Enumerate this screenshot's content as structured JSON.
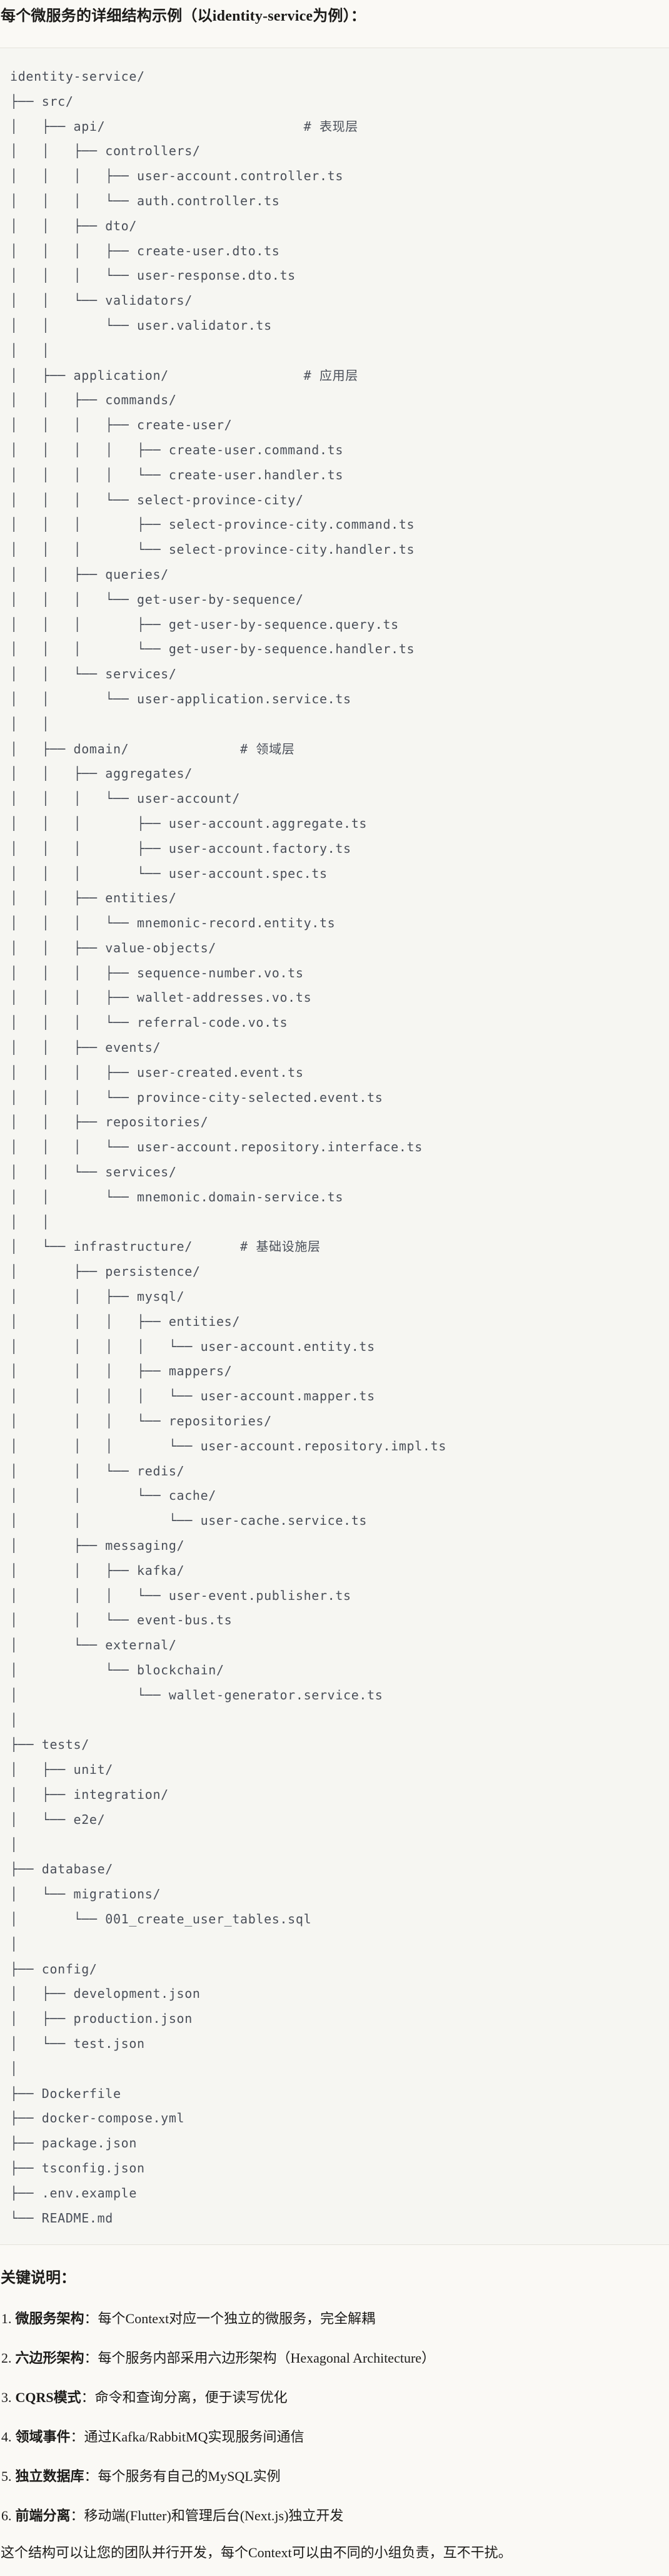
{
  "title": "每个微服务的详细结构示例（以identity-service为例）：",
  "code_block": {
    "lines": [
      "identity-service/",
      "├── src/",
      "│   ├── api/                         # 表现层",
      "│   │   ├── controllers/",
      "│   │   │   ├── user-account.controller.ts",
      "│   │   │   └── auth.controller.ts",
      "│   │   ├── dto/",
      "│   │   │   ├── create-user.dto.ts",
      "│   │   │   └── user-response.dto.ts",
      "│   │   └── validators/",
      "│   │       └── user.validator.ts",
      "│   │",
      "│   ├── application/                 # 应用层",
      "│   │   ├── commands/",
      "│   │   │   ├── create-user/",
      "│   │   │   │   ├── create-user.command.ts",
      "│   │   │   │   └── create-user.handler.ts",
      "│   │   │   └── select-province-city/",
      "│   │   │       ├── select-province-city.command.ts",
      "│   │   │       └── select-province-city.handler.ts",
      "│   │   ├── queries/",
      "│   │   │   └── get-user-by-sequence/",
      "│   │   │       ├── get-user-by-sequence.query.ts",
      "│   │   │       └── get-user-by-sequence.handler.ts",
      "│   │   └── services/",
      "│   │       └── user-application.service.ts",
      "│   │",
      "│   ├── domain/              # 领域层",
      "│   │   ├── aggregates/",
      "│   │   │   └── user-account/",
      "│   │   │       ├── user-account.aggregate.ts",
      "│   │   │       ├── user-account.factory.ts",
      "│   │   │       └── user-account.spec.ts",
      "│   │   ├── entities/",
      "│   │   │   └── mnemonic-record.entity.ts",
      "│   │   ├── value-objects/",
      "│   │   │   ├── sequence-number.vo.ts",
      "│   │   │   ├── wallet-addresses.vo.ts",
      "│   │   │   └── referral-code.vo.ts",
      "│   │   ├── events/",
      "│   │   │   ├── user-created.event.ts",
      "│   │   │   └── province-city-selected.event.ts",
      "│   │   ├── repositories/",
      "│   │   │   └── user-account.repository.interface.ts",
      "│   │   └── services/",
      "│   │       └── mnemonic.domain-service.ts",
      "│   │",
      "│   └── infrastructure/      # 基础设施层",
      "│       ├── persistence/",
      "│       │   ├── mysql/",
      "│       │   │   ├── entities/",
      "│       │   │   │   └── user-account.entity.ts",
      "│       │   │   ├── mappers/",
      "│       │   │   │   └── user-account.mapper.ts",
      "│       │   │   └── repositories/",
      "│       │   │       └── user-account.repository.impl.ts",
      "│       │   └── redis/",
      "│       │       └── cache/",
      "│       │           └── user-cache.service.ts",
      "│       ├── messaging/",
      "│       │   ├── kafka/",
      "│       │   │   └── user-event.publisher.ts",
      "│       │   └── event-bus.ts",
      "│       └── external/",
      "│           └── blockchain/",
      "│               └── wallet-generator.service.ts",
      "│",
      "├── tests/",
      "│   ├── unit/",
      "│   ├── integration/",
      "│   └── e2e/",
      "│",
      "├── database/",
      "│   └── migrations/",
      "│       └── 001_create_user_tables.sql",
      "│",
      "├── config/",
      "│   ├── development.json",
      "│   ├── production.json",
      "│   └── test.json",
      "│",
      "├── Dockerfile",
      "├── docker-compose.yml",
      "├── package.json",
      "├── tsconfig.json",
      "├── .env.example",
      "└── README.md"
    ]
  },
  "notes": {
    "heading": "关键说明：",
    "items": [
      {
        "num": "1.",
        "term": "微服务架构",
        "desc": "：每个Context对应一个独立的微服务，完全解耦"
      },
      {
        "num": "2.",
        "term": "六边形架构",
        "desc": "：每个服务内部采用六边形架构（Hexagonal Architecture）"
      },
      {
        "num": "3.",
        "term": "CQRS模式",
        "desc": "：命令和查询分离，便于读写优化"
      },
      {
        "num": "4.",
        "term": "领域事件",
        "desc": "：通过Kafka/RabbitMQ实现服务间通信"
      },
      {
        "num": "5.",
        "term": "独立数据库",
        "desc": "：每个服务有自己的MySQL实例"
      },
      {
        "num": "6.",
        "term": "前端分离",
        "desc": "：移动端(Flutter)和管理后台(Next.js)独立开发"
      }
    ]
  },
  "closing": "这个结构可以让您的团队并行开发，每个Context可以由不同的小组负责，互不干扰。",
  "colors": {
    "page_bg": "#FAF9F5",
    "code_bg": "#F6F6F2",
    "border": "#E5E3DB",
    "tree_text": "#4A4F59",
    "body_text": "#1C1B19"
  }
}
